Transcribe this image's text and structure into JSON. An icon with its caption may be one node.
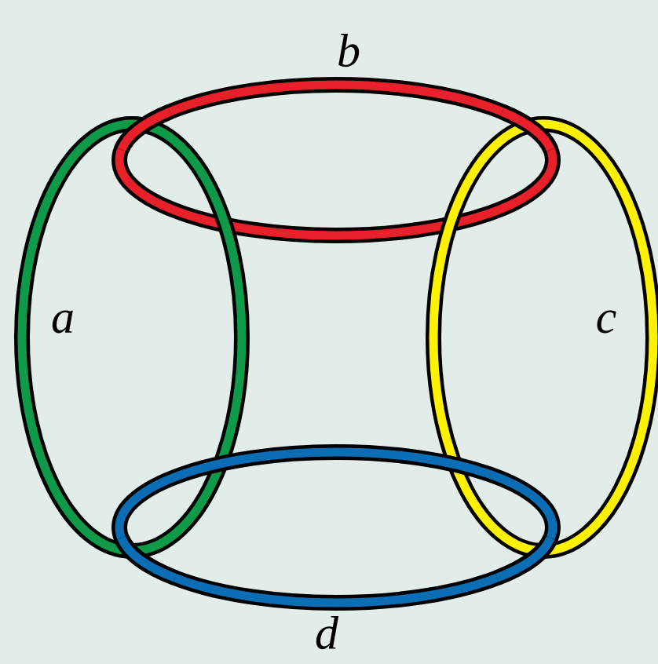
{
  "diagram": {
    "nodes": [
      {
        "text": [
          "b"
        ]
      },
      {
        "text": [
          "a"
        ]
      },
      {
        "text": [
          "c"
        ]
      },
      {
        "text": [
          "d"
        ]
      }
    ]
  }
}
